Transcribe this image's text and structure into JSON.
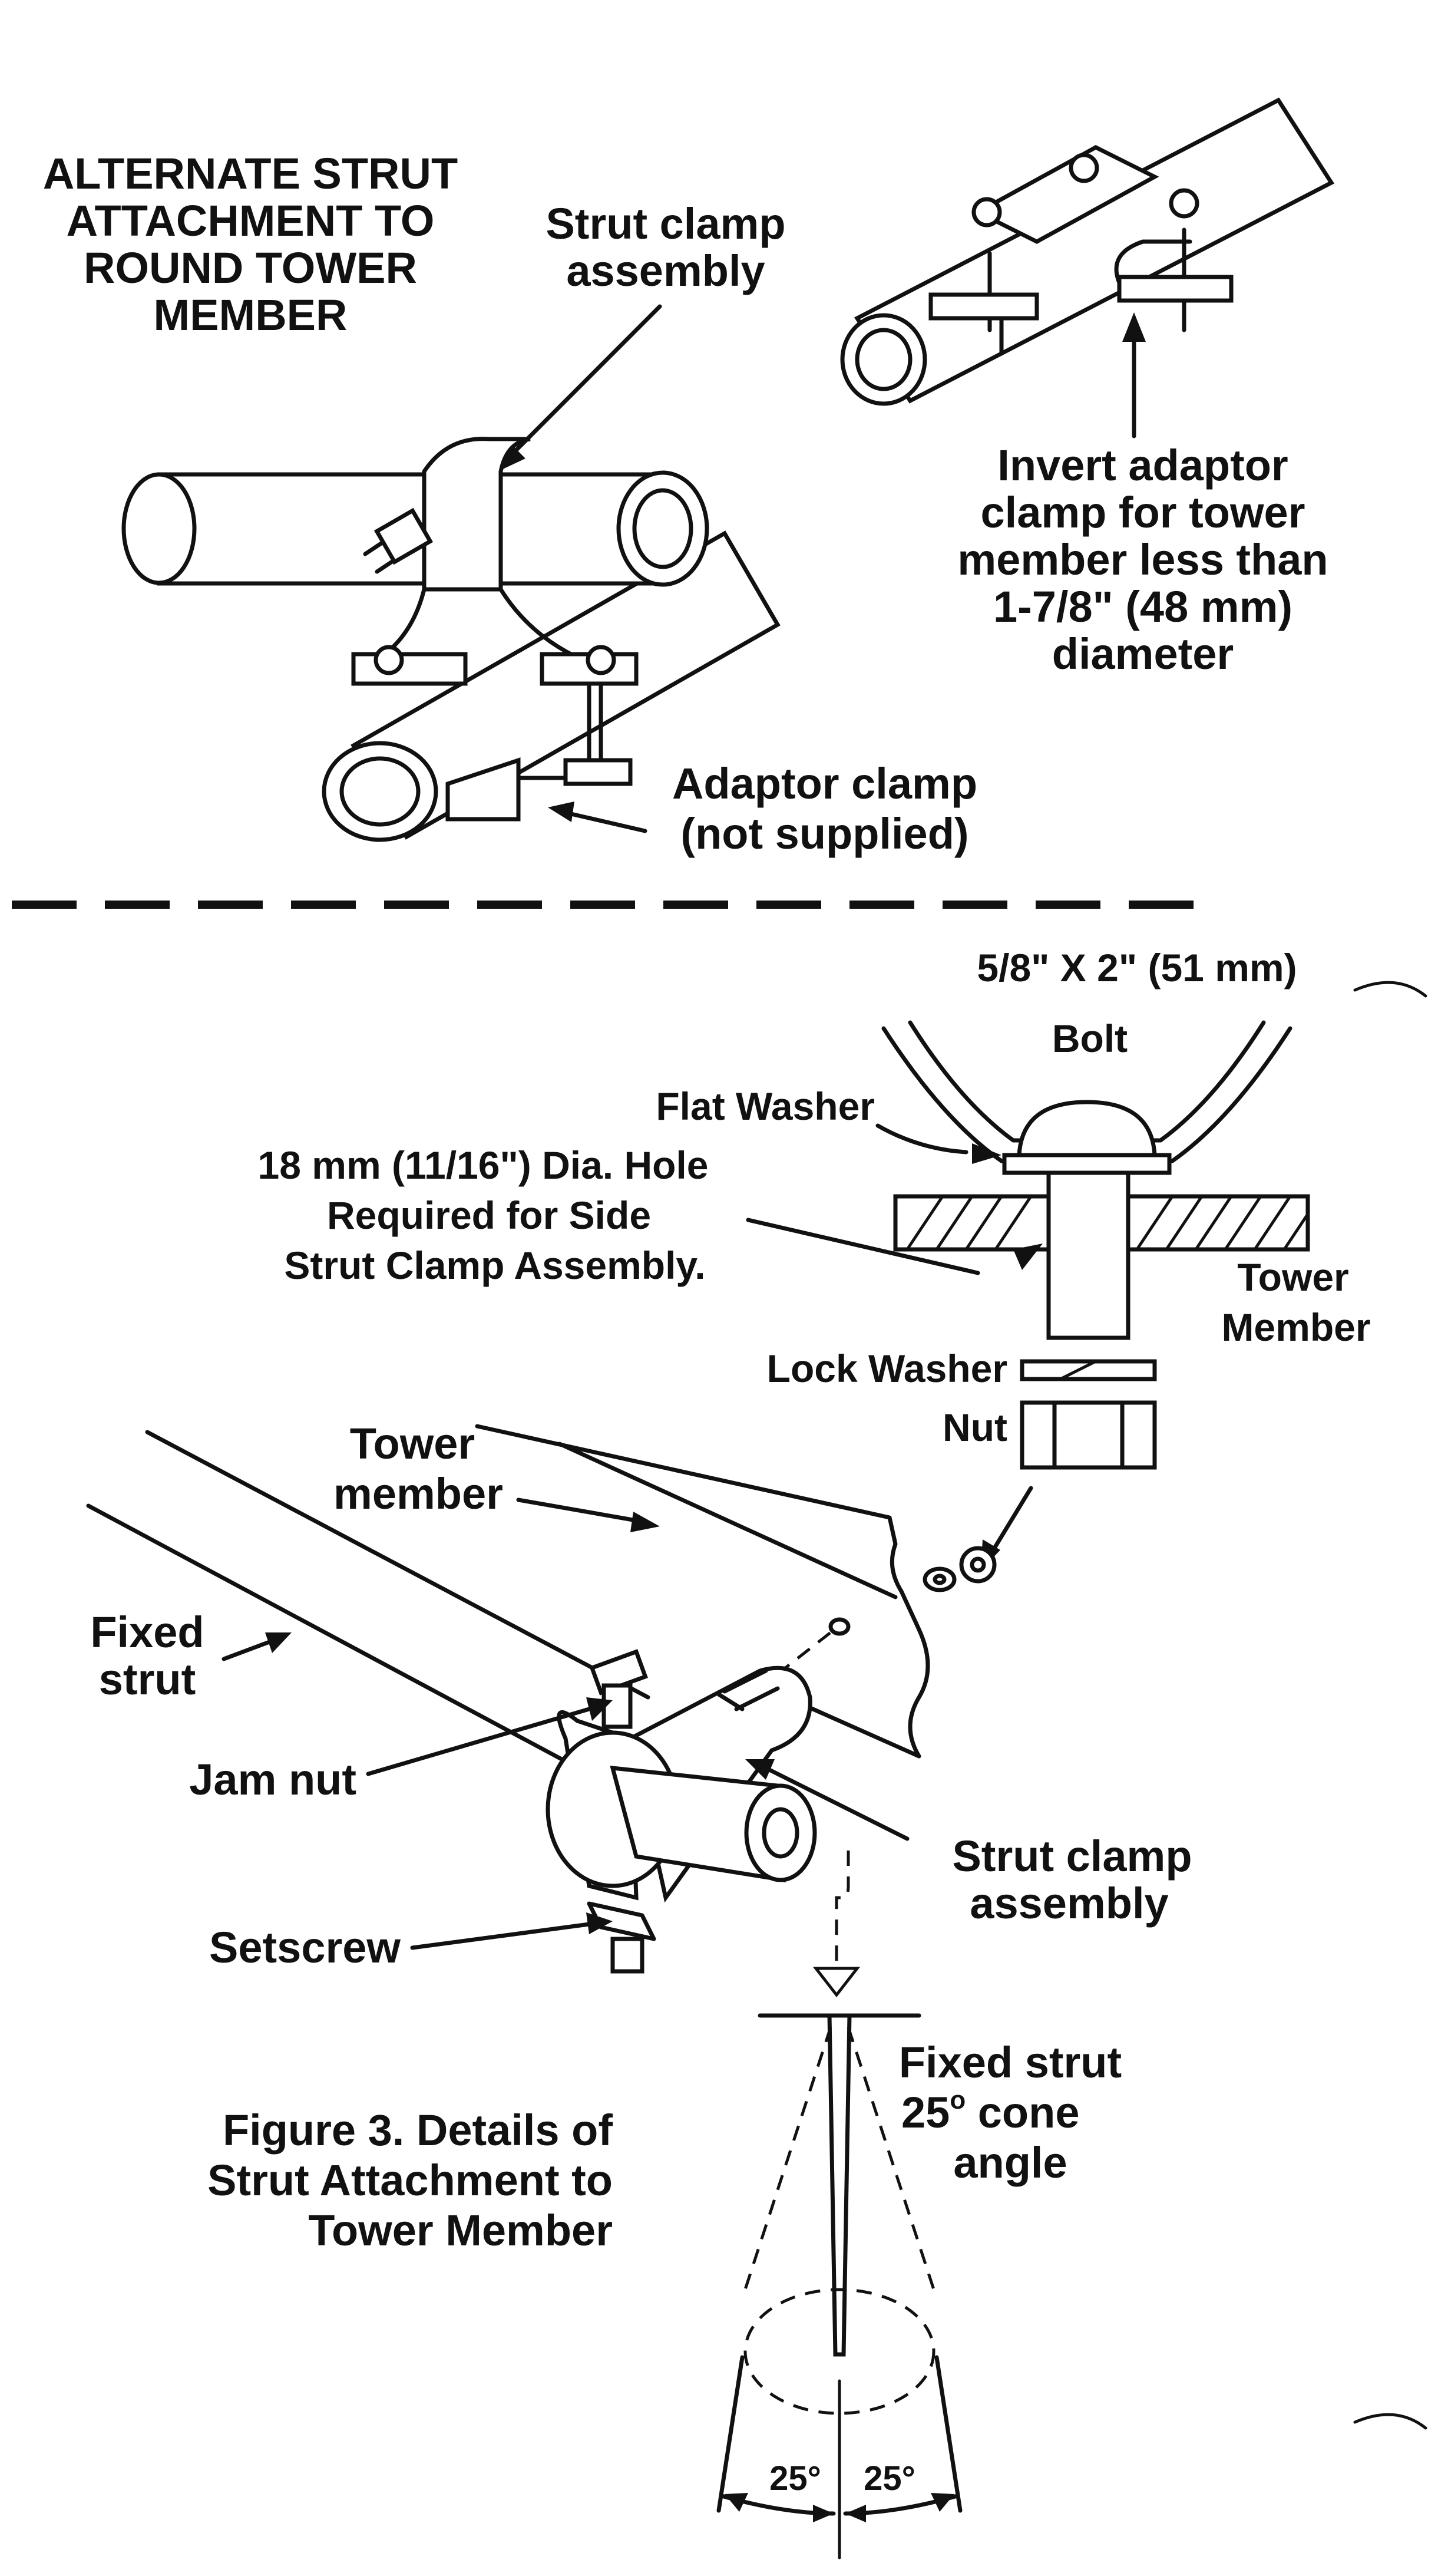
{
  "top_left": {
    "title_lines": [
      "ALTERNATE STRUT",
      "ATTACHMENT TO",
      "ROUND TOWER",
      "MEMBER"
    ],
    "strut_clamp_lines": [
      "Strut clamp",
      "assembly"
    ],
    "adaptor_clamp_lines": [
      "Adaptor clamp",
      "(not supplied)"
    ]
  },
  "top_right": {
    "invert_lines": [
      "Invert adaptor",
      "clamp for tower",
      "member less than",
      "1-7/8\" (48 mm)",
      "diameter"
    ]
  },
  "bolt_detail": {
    "bolt_lines": [
      "5/8\" X 2\" (51 mm)",
      "Bolt"
    ],
    "flat_washer": "Flat Washer",
    "hole_lines": [
      "18 mm (11/16\") Dia. Hole",
      "Required for Side",
      "Strut Clamp Assembly."
    ],
    "tower_member_lines": [
      "Tower",
      "Member"
    ],
    "lock_washer": "Lock Washer",
    "nut": "Nut"
  },
  "lower": {
    "tower_member_lines": [
      "Tower",
      "member"
    ],
    "fixed_strut_lines": [
      "Fixed",
      "strut"
    ],
    "jam_nut": "Jam nut",
    "strut_clamp_lines": [
      "Strut clamp",
      "assembly"
    ],
    "setscrew": "Setscrew"
  },
  "caption_lines": [
    "Figure 3. Details of",
    "Strut Attachment to",
    "Tower Member"
  ],
  "cone": {
    "label_line1": "Fixed strut",
    "label_line2_value": "25",
    "label_line2_degree": "o",
    "label_line2_rest": " cone",
    "label_line3": "angle",
    "left_angle": "25°",
    "right_angle": "25°"
  }
}
